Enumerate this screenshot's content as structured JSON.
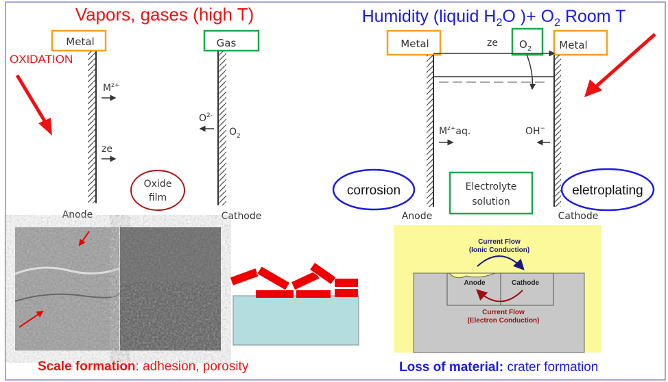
{
  "left": {
    "title": "Vapors, gases (high T)",
    "oxidation_label": "OXIDATION",
    "metal_label": "Metal",
    "gas_label": "Gas",
    "metal_ion": "M",
    "metal_ion_sup": "z+",
    "electrons": "ze",
    "oxide_ion": "O",
    "oxide_ion_sup": "2-",
    "oxygen": "O",
    "oxygen_sub": "2",
    "oxide_film_line1": "Oxide",
    "oxide_film_line2": "film",
    "anode": "Anode",
    "cathode": "Cathode",
    "caption_bold": "Scale formation",
    "caption_rest": ": adhesion, porosity"
  },
  "right": {
    "title_parts": [
      "Humidity (liquid H",
      "2",
      "O )+ O",
      "2",
      " Room T"
    ],
    "metal_left": "Metal",
    "metal_right": "Metal",
    "electrons": "ze",
    "o2": "O",
    "o2_sub": "2",
    "metal_ion": "M",
    "metal_ion_sup": "z+",
    "metal_ion_suffix": "aq.",
    "hydroxide": "OH",
    "hydroxide_sup": "−",
    "corrosion": "corrosion",
    "electrolyte_line1": "Electrolyte",
    "electrolyte_line2": "solution",
    "eletroplating": "eletroplating",
    "anode": "Anode",
    "cathode": "Cathode",
    "crater": {
      "ionic_line1": "Current Flow",
      "ionic_line2": "(Ionic Conduction)",
      "anode": "Anode",
      "cathode": "Cathode",
      "electron_line1": "Current Flow",
      "electron_line2": "(Electron Conduction)"
    },
    "caption_bold": "Loss of material:",
    "caption_rest": " crater formation"
  },
  "colors": {
    "red": "#ee1111",
    "blue": "#1a1ae6",
    "orange": "#f5a020",
    "green": "#1aa84a",
    "darkred": "#b01010",
    "yellow": "#fbf99a",
    "substrate": "#b4dde0"
  }
}
